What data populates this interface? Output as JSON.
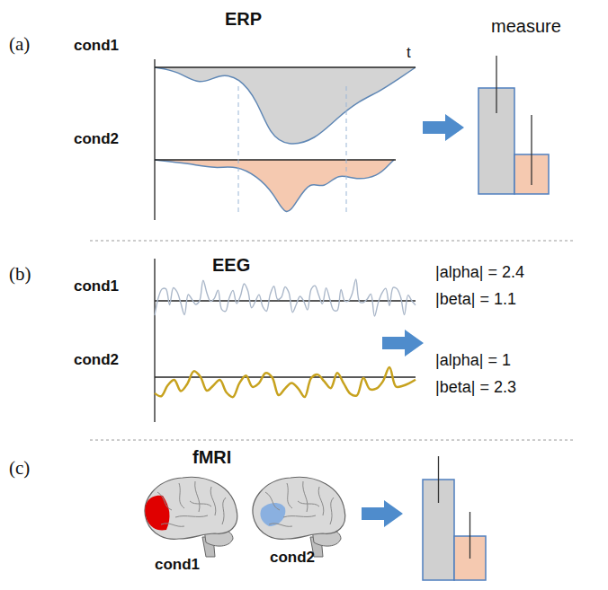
{
  "diagram": {
    "labels": [
      "(a)",
      "ERP",
      "cond1",
      "t",
      "cond2",
      "measure",
      "(b)",
      "EEG",
      "cond1",
      "cond2",
      "|alpha| = 2.4",
      "|beta| = 1.1",
      "|alpha| = 1",
      "|beta| = 2.3",
      "(c)",
      "fMRI",
      "cond1",
      "cond2"
    ]
  }
}
